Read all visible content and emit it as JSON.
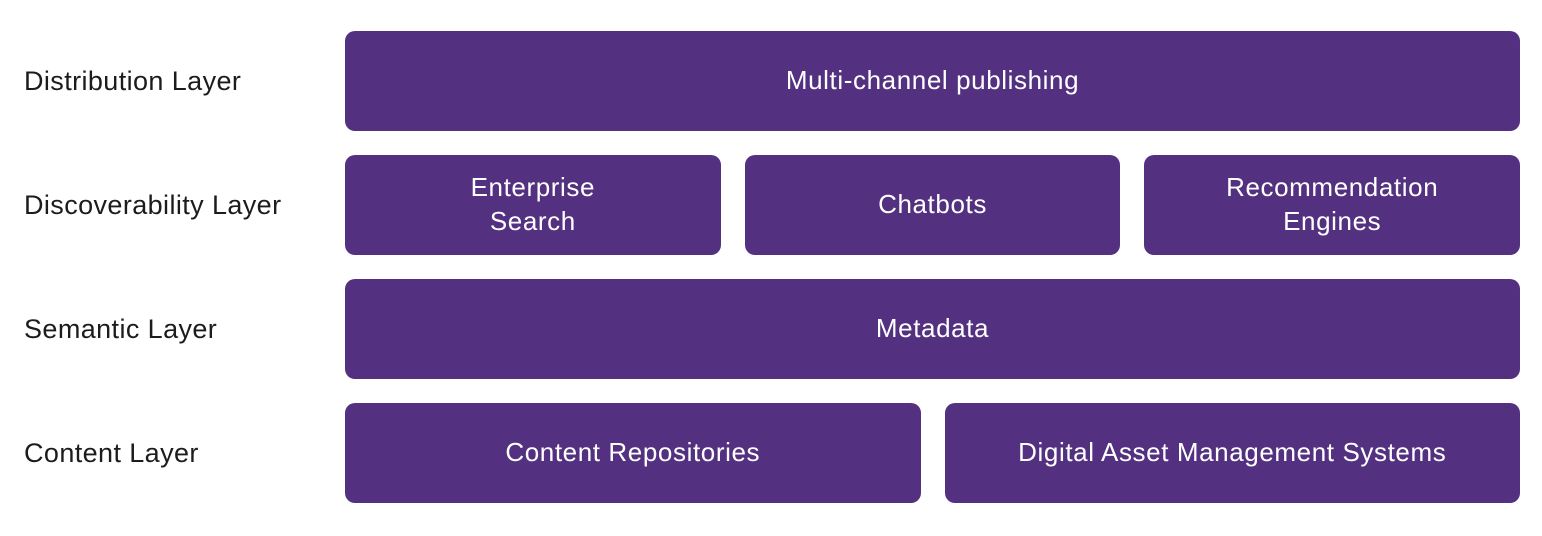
{
  "colors": {
    "box_background": "#533180",
    "box_text": "#ffffff",
    "label_text": "#1c1c1c",
    "page_background": "#ffffff"
  },
  "layers": [
    {
      "label": "Distribution Layer",
      "boxes": [
        {
          "text": "Multi-channel publishing"
        }
      ]
    },
    {
      "label": "Discoverability Layer",
      "boxes": [
        {
          "text": "Enterprise\nSearch"
        },
        {
          "text": "Chatbots"
        },
        {
          "text": "Recommendation\nEngines"
        }
      ]
    },
    {
      "label": "Semantic Layer",
      "boxes": [
        {
          "text": "Metadata"
        }
      ]
    },
    {
      "label": "Content Layer",
      "boxes": [
        {
          "text": "Content Repositories"
        },
        {
          "text": "Digital Asset Management Systems"
        }
      ]
    }
  ]
}
